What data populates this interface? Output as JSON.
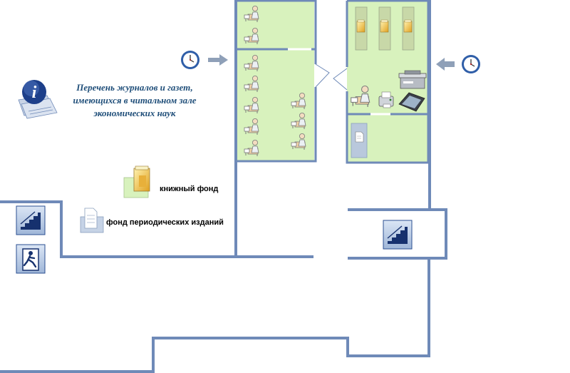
{
  "info": {
    "line1": "Перечень журналов и газет,",
    "line2": "имеющихся в читальном зале",
    "line3": "экономических наук"
  },
  "legend": {
    "book_fund": "книжный фонд",
    "periodicals_fund": "фонд периодических изданий"
  },
  "colors": {
    "wall": "#6f8ab8",
    "room_fill": "#d8f2bd",
    "icon_blue": "#2b4f91",
    "arrow": "#8fa0b8"
  },
  "icons": [
    "information-icon",
    "clock-icon",
    "arrow-right-icon",
    "arrow-left-icon",
    "stairs-icon",
    "emergency-exit-icon",
    "reader-desk-icon",
    "book-shelf-icon",
    "periodicals-icon",
    "photocopier-icon",
    "printer-icon",
    "scanner-icon",
    "librarian-icon"
  ]
}
